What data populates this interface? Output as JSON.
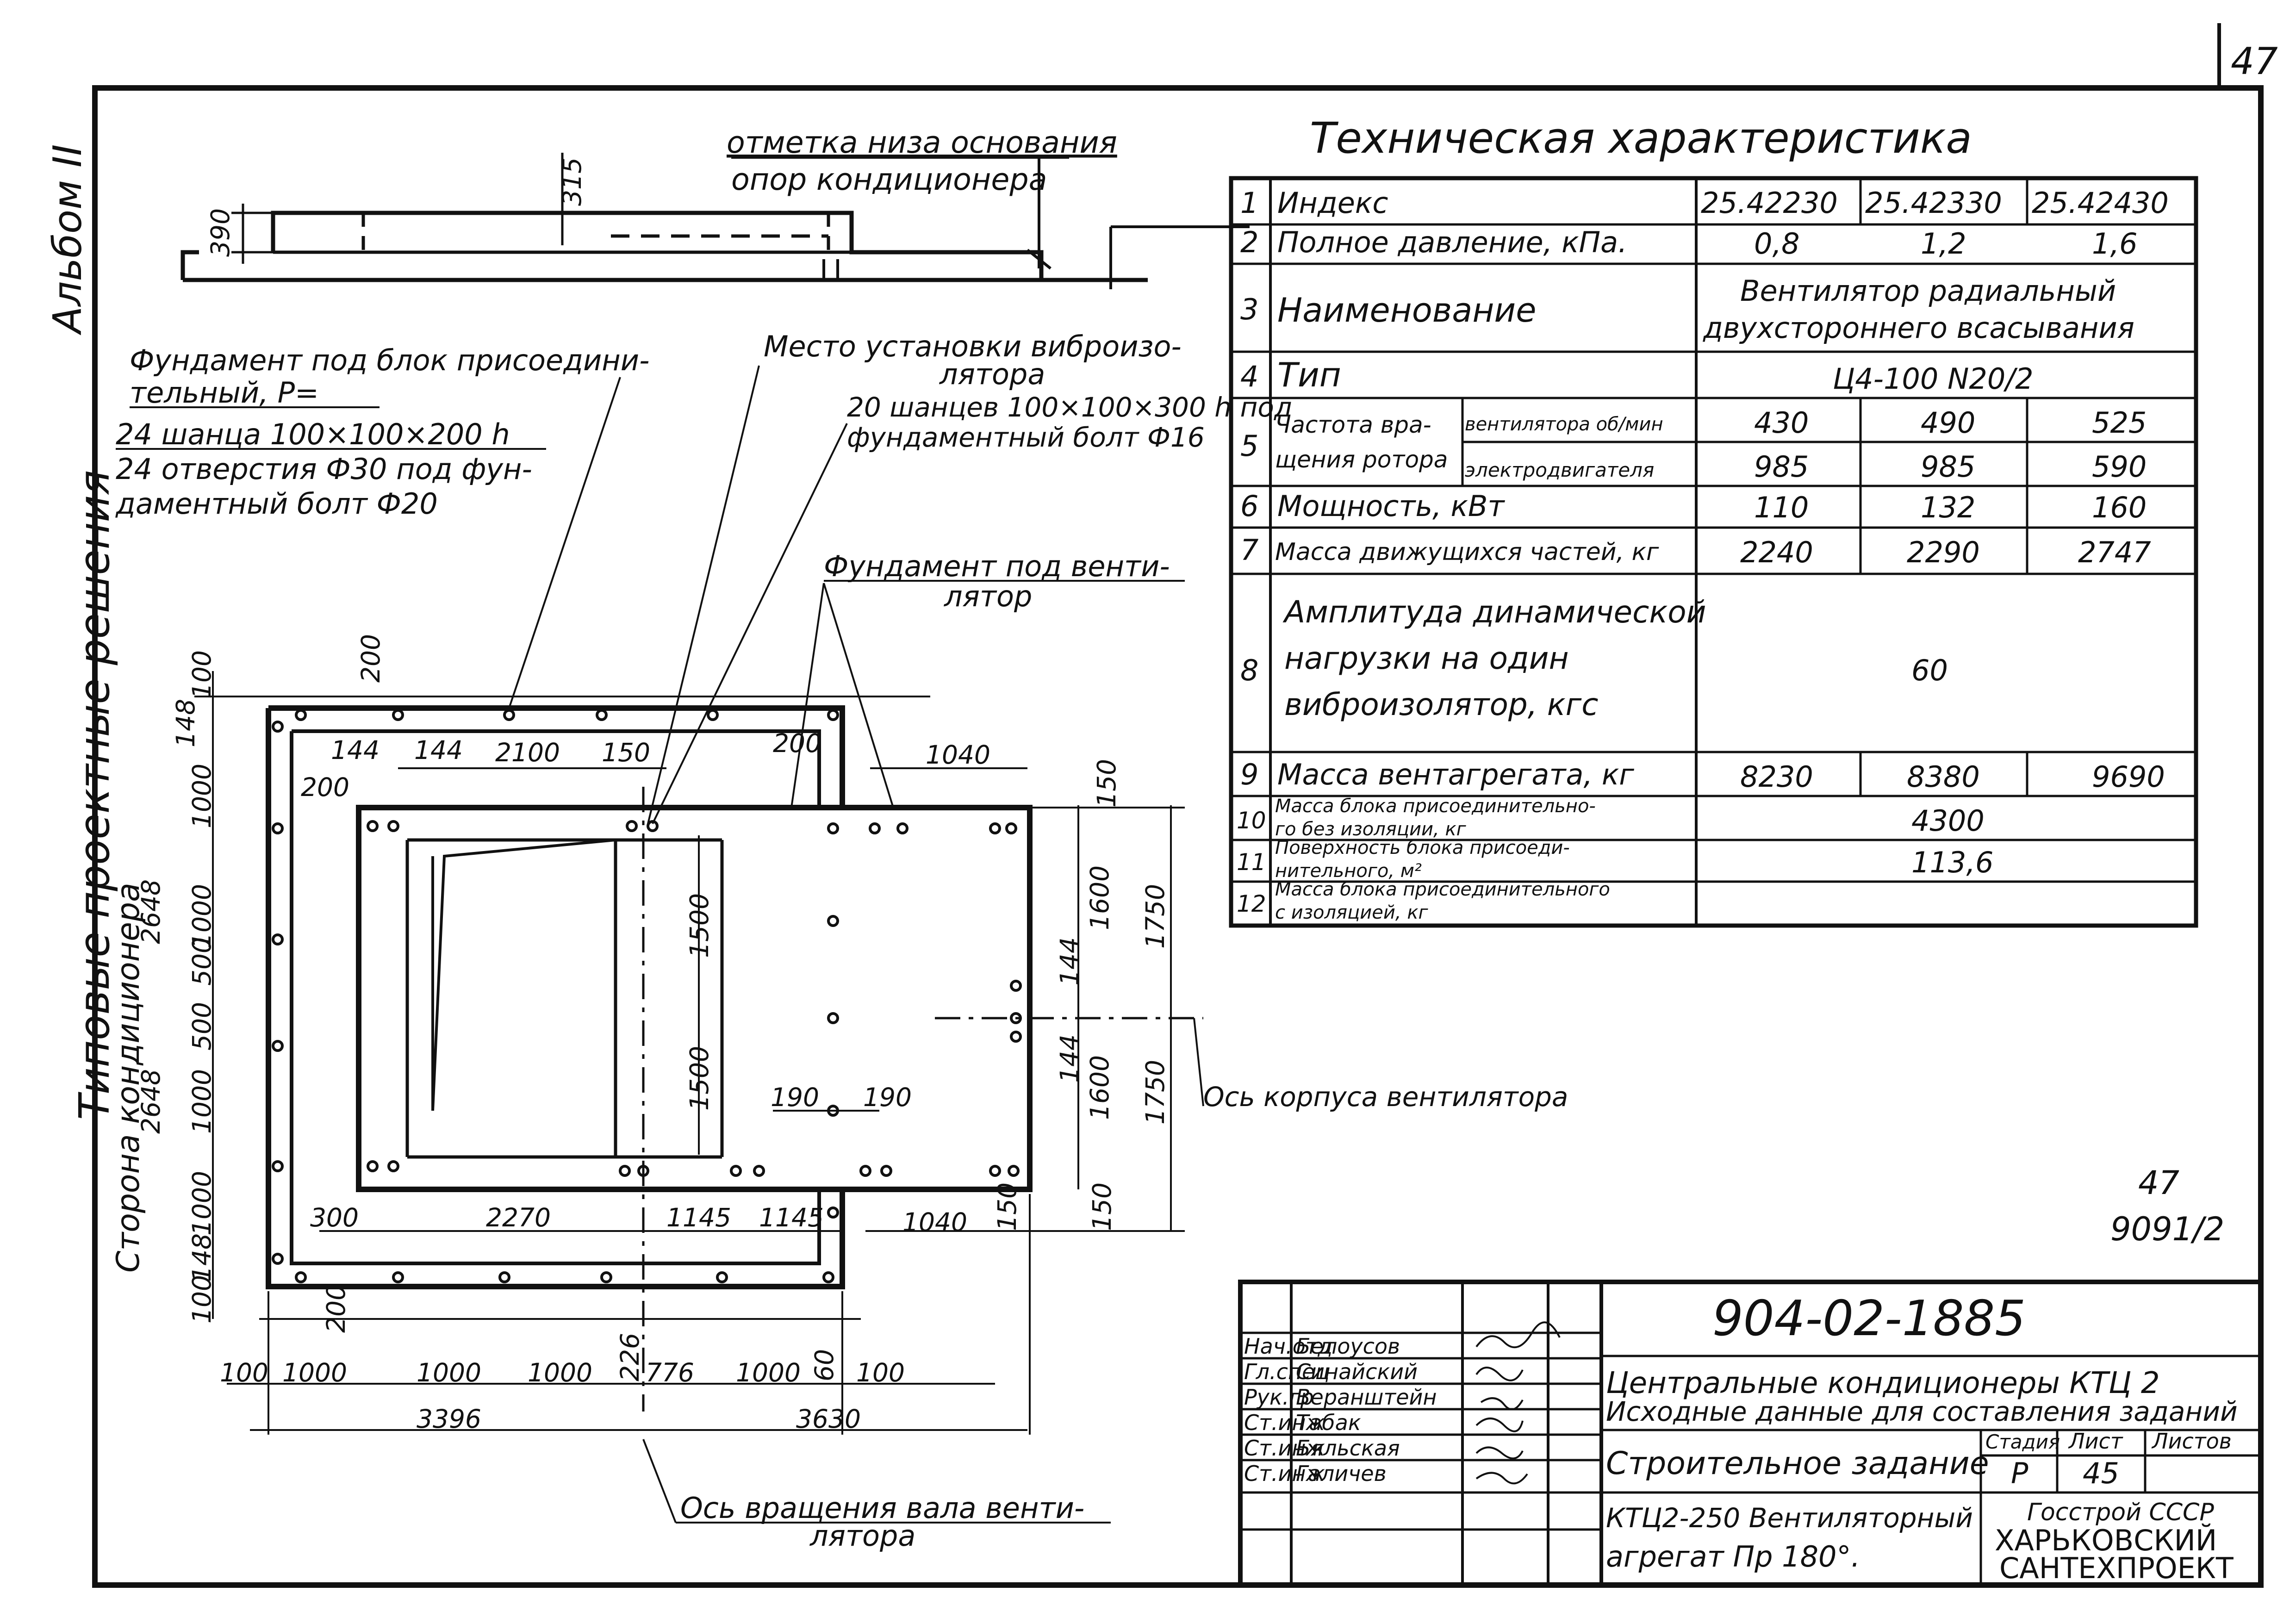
{
  "page_number": "47",
  "album_label": "Альбом II",
  "series_label": "Типовые проектные решения",
  "section": {
    "title": "отметка низа основания",
    "subtitle": "опор кондиционера",
    "dim_390": "390",
    "dim_315": "315"
  },
  "notes": {
    "foundation_block_l1": "Фундамент под блок присоедини-",
    "foundation_block_l2": "тельный, Р=",
    "anchors24": "24 шанца 100×100×200 h",
    "holes24_l1": "24 отверстия Ф30 под фун-",
    "holes24_l2": "даментный болт Ф20",
    "vibro_place_l1": "Место установки виброизо-",
    "vibro_place_l2": "лятора",
    "anchors20_l1": "20 шанцев 100×100×300 h под",
    "anchors20_l2": "фундаментный болт Ф16",
    "fan_foundation_l1": "Фундамент под венти-",
    "fan_foundation_l2": "лятор",
    "fan_axis": "Ось корпуса вентилятора",
    "shaft_axis_l1": "Ось вращения вала венти-",
    "shaft_axis_l2": "лятора",
    "side_label_l1": "Сторона кондиционера",
    "side_label_l2": "2648",
    "side_label_l3": "2648"
  },
  "dims": {
    "d100a": "100",
    "d148a": "148",
    "d1000a": "1000",
    "d1000b": "1000",
    "d500a": "500",
    "d500b": "500",
    "d1000c": "1000",
    "d1000d": "1000",
    "d148b": "148",
    "d100b": "100",
    "d200v": "200",
    "d200v2": "200",
    "d144a": "144",
    "d144b": "144",
    "d2100": "2100",
    "d150a": "150",
    "d200h": "200",
    "d200h2": "200",
    "d1040a": "1040",
    "d150b": "150",
    "d1500a": "1500",
    "d1500b": "1500",
    "d1600a": "1600",
    "d1600b": "1600",
    "d1750a": "1750",
    "d1750b": "1750",
    "d144c": "144",
    "d144d": "144",
    "d190a": "190",
    "d190b": "190",
    "d300": "300",
    "d2270": "2270",
    "d1145a": "1145",
    "d1145b": "1145",
    "d1040b": "1040",
    "d150c": "150",
    "d150d": "150",
    "b100a": "100",
    "b1000a": "1000",
    "b1000b": "1000",
    "b1000c": "1000",
    "b226": "226",
    "b776": "776",
    "b1000d": "1000",
    "b60": "60",
    "b100b": "100",
    "b3396": "3396",
    "b3630": "3630"
  },
  "tech": {
    "title": "Техническая характеристика",
    "rows": [
      {
        "n": "1",
        "name": "Индекс",
        "c1": "25.42230",
        "c2": "25.42330",
        "c3": "25.42430"
      },
      {
        "n": "2",
        "name": "Полное давление, кПа.",
        "c1": "0,8",
        "c2": "1,2",
        "c3": "1,6"
      },
      {
        "n": "3",
        "name": "Наименование",
        "merged_l1": "Вентилятор радиальный",
        "merged_l2": "двухстороннего всасывания"
      },
      {
        "n": "4",
        "name": "Тип",
        "merged": "Ц4-100  N20/2"
      },
      {
        "n": "5",
        "name_l1": "Частота вра-",
        "name_l2": "щения ротора",
        "sub1": "вентилятора об/мин",
        "sub2": "электродвигателя",
        "a1": "430",
        "a2": "490",
        "a3": "525",
        "b1": "985",
        "b2": "985",
        "b3": "590"
      },
      {
        "n": "6",
        "name": "Мощность, кВт",
        "c1": "110",
        "c2": "132",
        "c3": "160"
      },
      {
        "n": "7",
        "name": "Масса движущихся частей, кг",
        "c1": "2240",
        "c2": "2290",
        "c3": "2747"
      },
      {
        "n": "8",
        "name_l1": "Амплитуда динамической",
        "name_l2": "нагрузки на один",
        "name_l3": "виброизолятор, кгс",
        "merged": "60"
      },
      {
        "n": "9",
        "name": "Масса вентагрегата, кг",
        "c1": "8230",
        "c2": "8380",
        "c3": "9690"
      },
      {
        "n": "10",
        "name_l1": "Масса блока присоединительно-",
        "name_l2": "го без изоляции, кг",
        "merged": "4300"
      },
      {
        "n": "11",
        "name_l1": "Поверхность блока присоеди-",
        "name_l2": "нительного, м²",
        "merged": "113,6"
      },
      {
        "n": "12",
        "name_l1": "Масса блока присоединительного",
        "name_l2": "с изоляцией, кг",
        "merged": ""
      }
    ]
  },
  "sheet_ref": {
    "top": "47",
    "bottom": "9091/2"
  },
  "title_block": {
    "doc_number": "904-02-1885",
    "roles": [
      "Нач.отд",
      "Гл.спец",
      "Рук.гр",
      "Ст.инж",
      "Ст.инж",
      "Ст.инж"
    ],
    "names": [
      "Белоусов",
      "Синайский",
      "Веранштейн",
      "Табак",
      "Бяльская",
      "Галичев"
    ],
    "project_l1": "Центральные кондиционеры КТЦ 2",
    "project_l2": "Исходные данные для составления заданий",
    "sheet_name": "Строительное задание",
    "stage_h": "Стадия",
    "sheet_h": "Лист",
    "sheets_h": "Листов",
    "stage": "Р",
    "sheet": "45",
    "drawing_l1": "КТЦ2-250 Вентиляторный",
    "drawing_l2": "агрегат Пр 180°.",
    "org_l1": "Госстрой СССР",
    "org_l2": "ХАРЬКОВСКИЙ",
    "org_l3": "САНТЕХПРОЕКТ"
  }
}
